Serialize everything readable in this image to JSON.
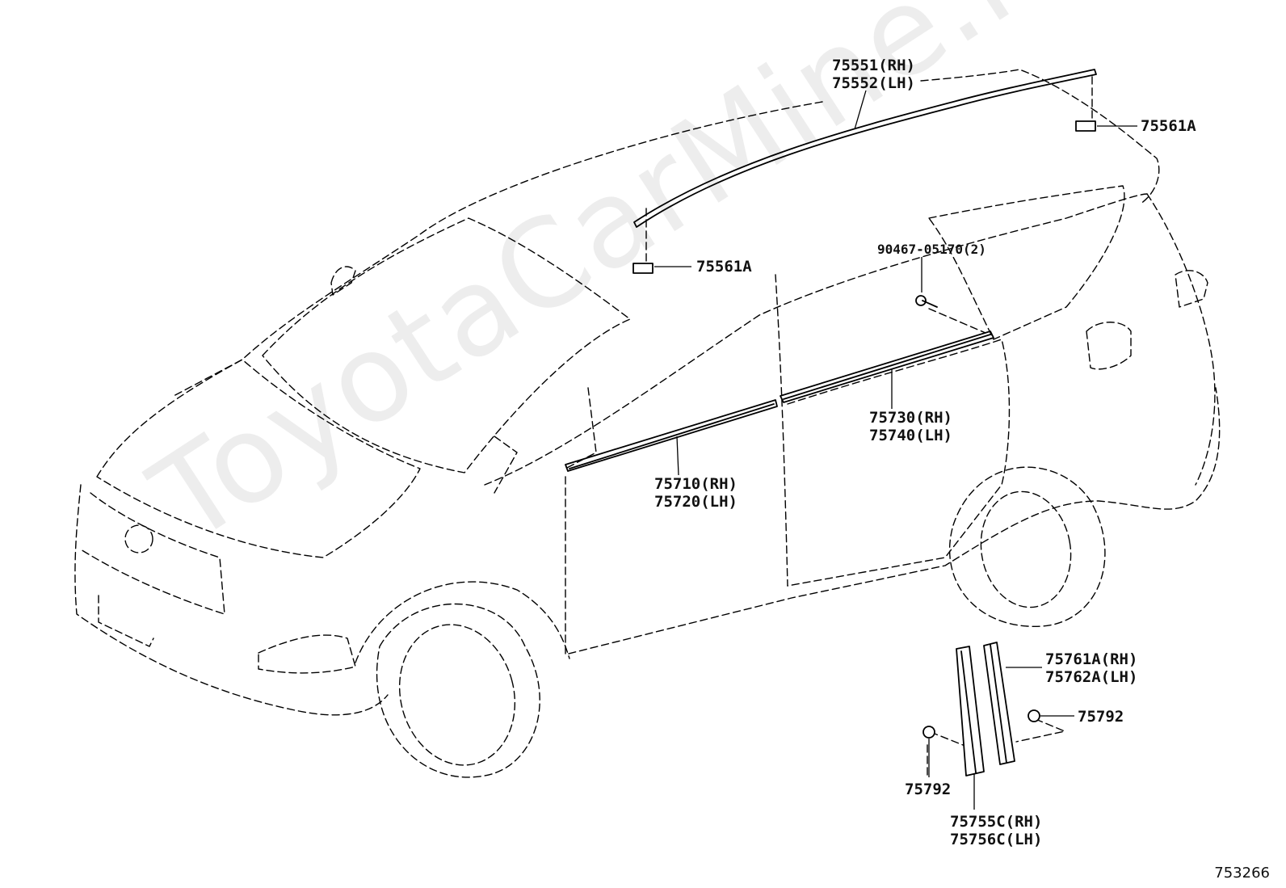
{
  "watermark": "ToyotaCarMine.ru",
  "figure_number": "753266",
  "callouts": {
    "roof_rh": "75551(RH)",
    "roof_lh": "75552(LH)",
    "clip_rear": "75561A",
    "clip_front": "75561A",
    "screw": "90467-05170(2)",
    "rear_belt_rh": "75730(RH)",
    "rear_belt_lh": "75740(LH)",
    "front_belt_rh": "75710(RH)",
    "front_belt_lh": "75720(LH)",
    "pillar_rear_rh": "75761A(RH)",
    "pillar_rear_lh": "75762A(LH)",
    "pillar_clip_right": "75792",
    "pillar_clip_left": "75792",
    "pillar_front_rh": "75755C(RH)",
    "pillar_front_lh": "75756C(LH)"
  }
}
